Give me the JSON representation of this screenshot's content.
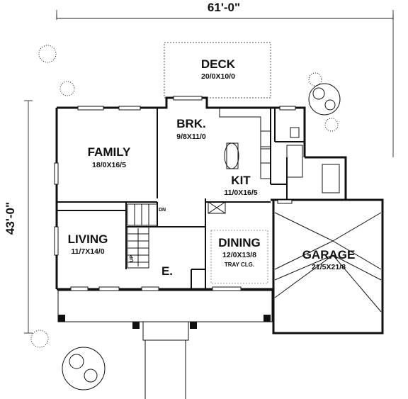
{
  "dimensions": {
    "width_label": "61'-0\"",
    "depth_label": "43'-0\""
  },
  "rooms": {
    "deck": {
      "name": "DECK",
      "size": "20/0X10/0"
    },
    "brk": {
      "name": "BRK.",
      "size": "9/8X11/0"
    },
    "family": {
      "name": "FAMILY",
      "size": "18/0X16/5"
    },
    "kit": {
      "name": "KIT",
      "size": "11/0X16/5"
    },
    "living": {
      "name": "LIVING",
      "size": "11/7X14/0"
    },
    "dining": {
      "name": "DINING",
      "size": "12/0X13/8",
      "note": "TRAY CLG."
    },
    "garage": {
      "name": "GARAGE",
      "size": "21/5X21/8"
    },
    "entry": {
      "name": "E."
    }
  },
  "stairs": {
    "down_label": "DN",
    "up_label": "UP"
  },
  "colors": {
    "line": "#111111",
    "background": "#ffffff"
  }
}
